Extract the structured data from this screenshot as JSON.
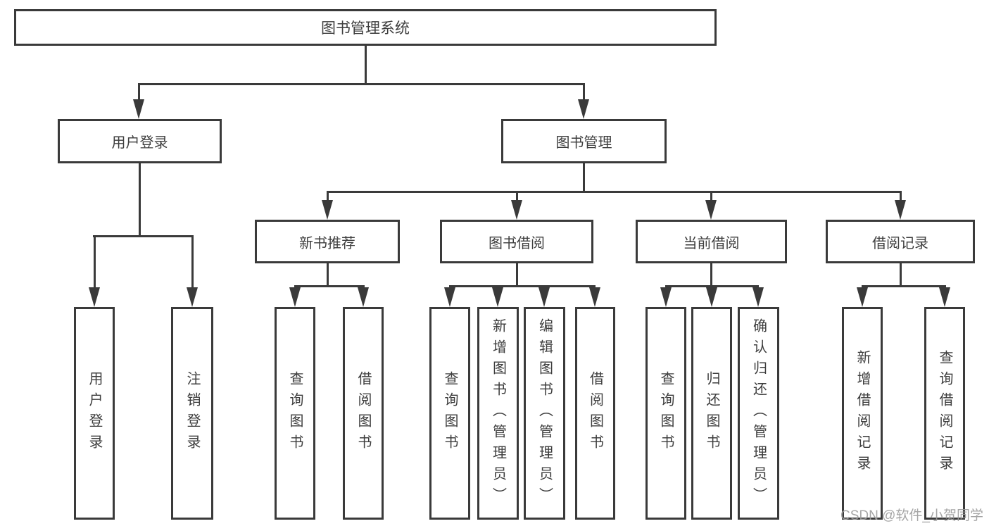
{
  "diagram": {
    "root": {
      "label": "图书管理系统"
    },
    "level2": [
      {
        "label": "用户登录"
      },
      {
        "label": "图书管理"
      }
    ],
    "level3": [
      {
        "label": "新书推荐"
      },
      {
        "label": "图书借阅"
      },
      {
        "label": "当前借阅"
      },
      {
        "label": "借阅记录"
      }
    ],
    "leaves": {
      "user_login": [
        {
          "label": "用户登录"
        },
        {
          "label": "注销登录"
        }
      ],
      "new_book": [
        {
          "label": "查询图书"
        },
        {
          "label": "借阅图书"
        }
      ],
      "book_borrow": [
        {
          "label": "查询图书"
        },
        {
          "label": "新增图书（管理员）"
        },
        {
          "label": "编辑图书（管理员）"
        },
        {
          "label": "借阅图书"
        }
      ],
      "current_borrow": [
        {
          "label": "查询图书"
        },
        {
          "label": "归还图书"
        },
        {
          "label": "确认归还（管理员）"
        }
      ],
      "borrow_records": [
        {
          "label": "新增借阅记录"
        },
        {
          "label": "查询借阅记录"
        }
      ]
    }
  },
  "watermark": {
    "text": "CSDN @软件_小贺同学"
  },
  "colors": {
    "line": "#3a3a3a",
    "text": "#3d3d3d",
    "background": "#ffffff",
    "watermark": "#9c9c9c"
  }
}
